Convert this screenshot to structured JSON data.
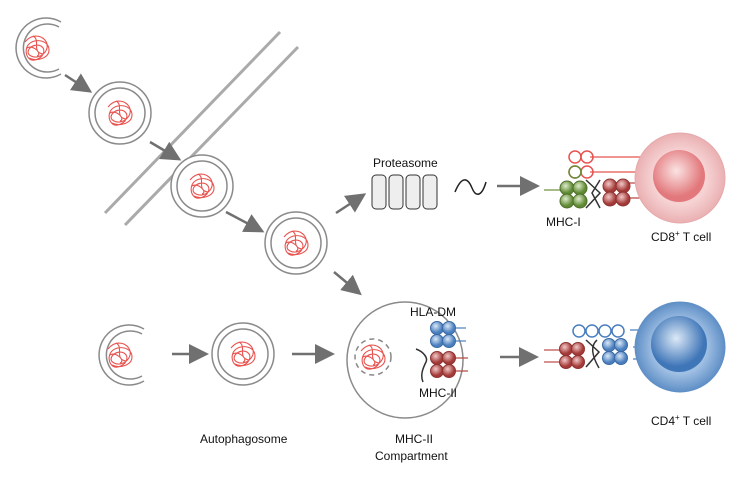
{
  "labels": {
    "proteasome": "Proteasome",
    "mhc1": "MHC-I",
    "cd8": "CD8",
    "cd4": "CD4",
    "sup": "+",
    "tcell": " T cell",
    "hladm": "HLA-DM",
    "mhc2": "MHC-II",
    "autophagosome": "Autophagosome",
    "compartment_line1": "MHC-II",
    "compartment_line2": "Compartment"
  },
  "colors": {
    "cargo": "#e8534f",
    "membrane": "#8a8a8a",
    "arrow": "#707070",
    "mhc1_green": "#6a8e3a",
    "mhc2_red": "#b94a48",
    "hladm_blue": "#5a8ec8",
    "cd8_cell": "#f2b6b8",
    "cd4_cell": "#6f9fd2"
  }
}
